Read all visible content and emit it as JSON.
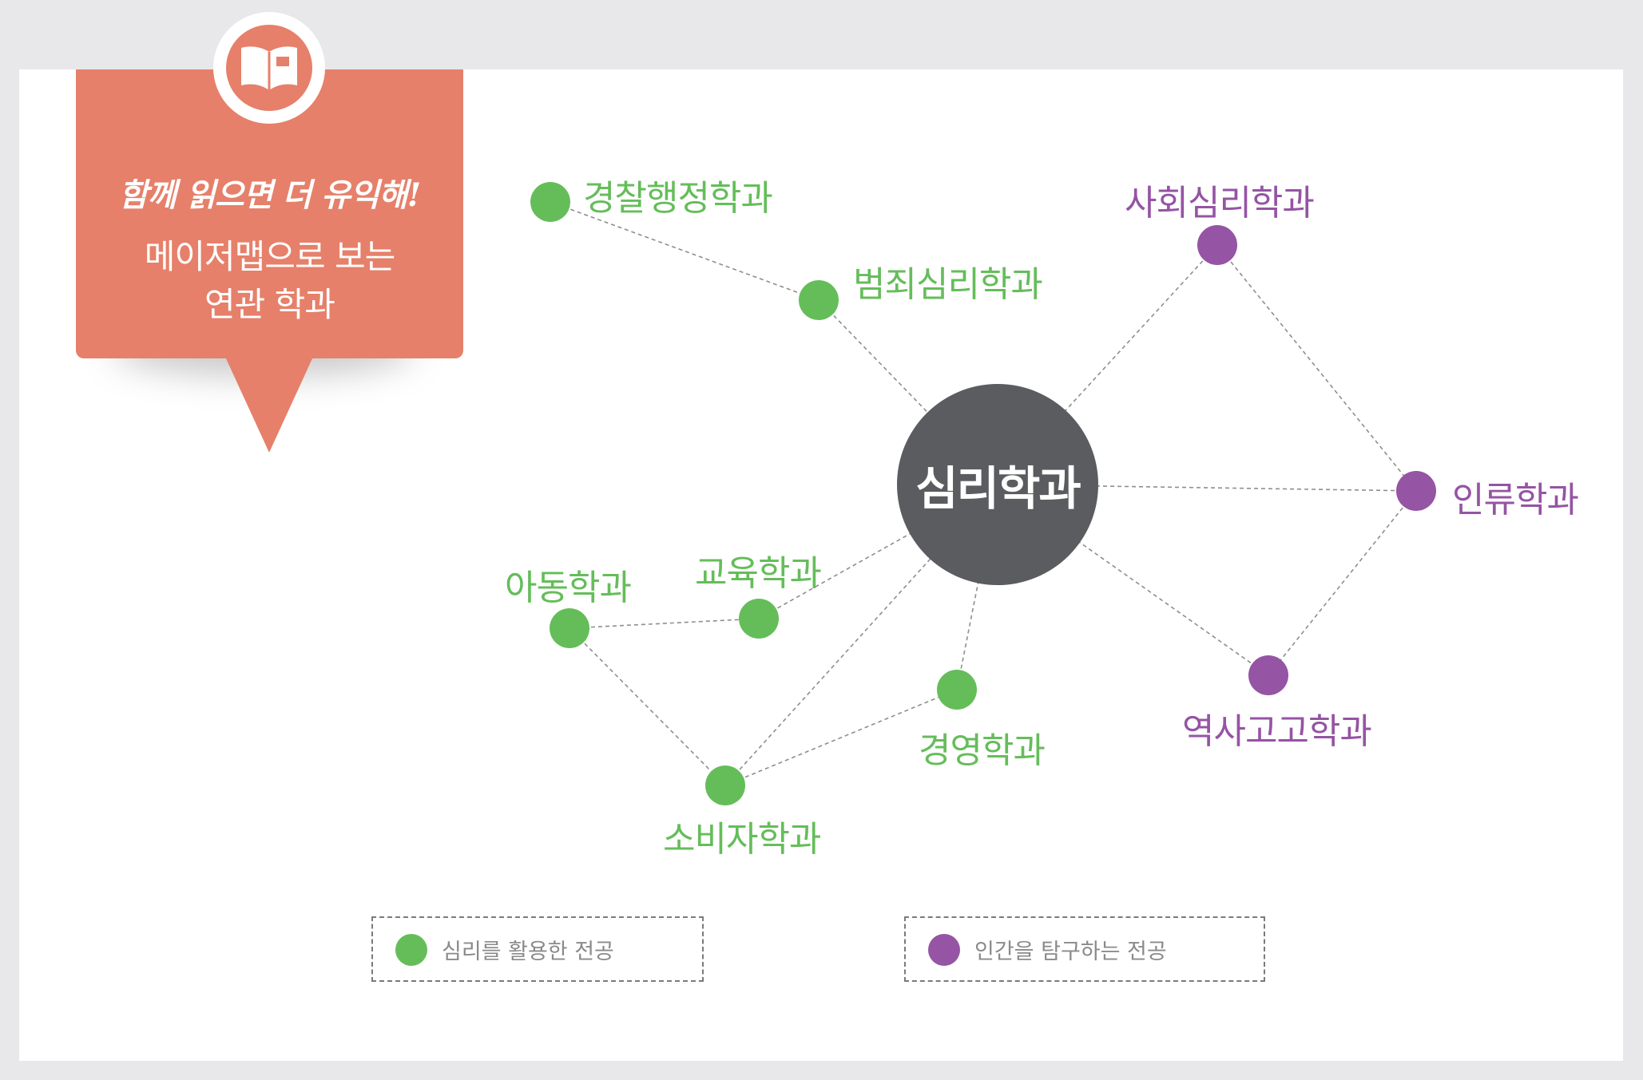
{
  "callout": {
    "tagline": "함께 읽으면 더 유익해!",
    "title_line1": "메이저맵으로 보는",
    "title_line2": "연관 학과",
    "icon": "book-icon"
  },
  "center": {
    "label": "심리학과"
  },
  "nodes": [
    {
      "id": "police",
      "label": "경찰행정학과",
      "group": "psych"
    },
    {
      "id": "criminal",
      "label": "범죄심리학과",
      "group": "psych"
    },
    {
      "id": "social",
      "label": "사회심리학과",
      "group": "human"
    },
    {
      "id": "anthro",
      "label": "인류학과",
      "group": "human"
    },
    {
      "id": "history",
      "label": "역사고고학과",
      "group": "human"
    },
    {
      "id": "child",
      "label": "아동학과",
      "group": "psych"
    },
    {
      "id": "edu",
      "label": "교육학과",
      "group": "psych"
    },
    {
      "id": "biz",
      "label": "경영학과",
      "group": "psych"
    },
    {
      "id": "consumer",
      "label": "소비자학과",
      "group": "psych"
    }
  ],
  "edges": [
    [
      "police",
      "criminal"
    ],
    [
      "criminal",
      "center"
    ],
    [
      "social",
      "center"
    ],
    [
      "social",
      "anthro"
    ],
    [
      "anthro",
      "center"
    ],
    [
      "anthro",
      "history"
    ],
    [
      "history",
      "center"
    ],
    [
      "edu",
      "center"
    ],
    [
      "child",
      "edu"
    ],
    [
      "child",
      "consumer"
    ],
    [
      "consumer",
      "center"
    ],
    [
      "consumer",
      "biz"
    ],
    [
      "biz",
      "center"
    ]
  ],
  "legend": [
    {
      "label": "심리를 활용한 전공",
      "group": "psych"
    },
    {
      "label": "인간을 탐구하는 전공",
      "group": "human"
    }
  ],
  "colors": {
    "psych": "#65bd5a",
    "human": "#9554a4",
    "center": "#5b5c60",
    "callout": "#e6806a"
  }
}
